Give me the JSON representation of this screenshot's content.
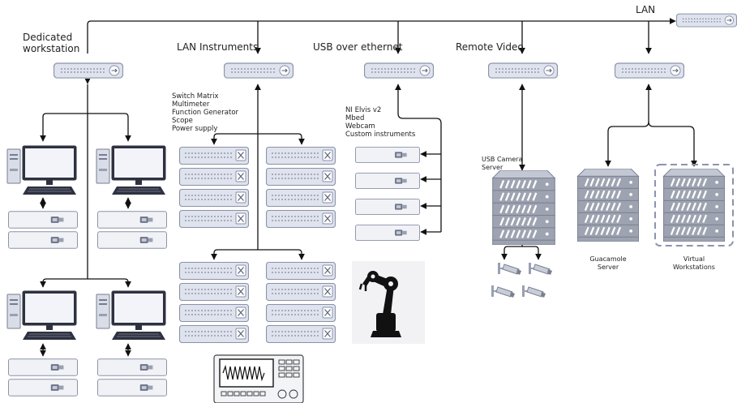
{
  "colors": {
    "switch_fill": "#dfe3ee",
    "switch_stroke": "#8a92a8",
    "server_fill": "#9ea3b1",
    "server_stroke": "#7b8090",
    "line": "#111111",
    "dashed_border": "#8c93b0"
  },
  "sections": {
    "lan": "LAN",
    "dedicated_line1": "Dedicated",
    "dedicated_line2": "workstation",
    "lan_instruments": "LAN Instruments",
    "usb_over_ethernet": "USB over ethernet",
    "remote_video": "Remote Video"
  },
  "lan_instrument_list": [
    "Switch Matrix",
    "Multimeter",
    "Function Generator",
    "Scope",
    "Power supply"
  ],
  "usb_device_list": [
    "NI Elvis v2",
    "Mbed",
    "Webcam",
    "Custom instruments"
  ],
  "servers": {
    "usb_camera_line1": "USB Camera",
    "usb_camera_line2": "Server",
    "guacamole_line1": "Guacamole",
    "guacamole_line2": "Server",
    "virtual_line1": "Virtual",
    "virtual_line2": "Workstations"
  },
  "icons": {
    "network_switch": "network-switch-icon",
    "desktop": "desktop-computer-icon",
    "usb_device": "usb-device-icon",
    "instrument": "rack-instrument-icon",
    "server": "server-rack-icon",
    "camera": "cctv-camera-icon",
    "robot": "robot-arm-icon",
    "oscilloscope": "oscilloscope-icon"
  }
}
